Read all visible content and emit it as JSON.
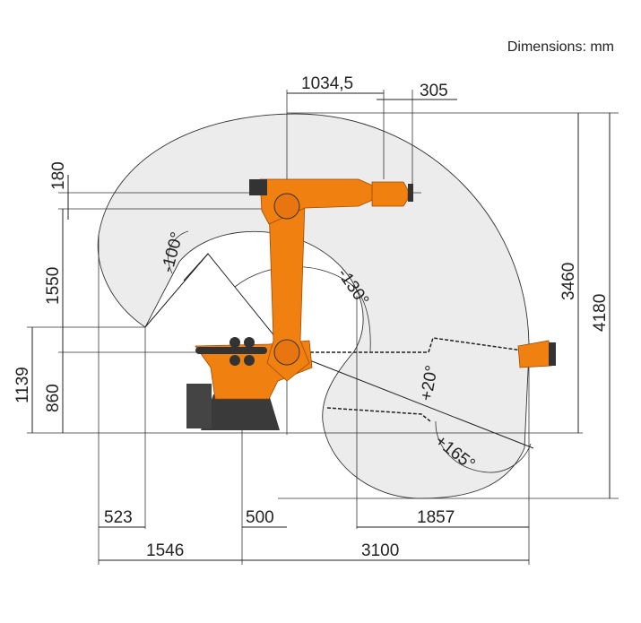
{
  "units_label": "Dimensions: mm",
  "dimensions": {
    "top_reach": "1034,5",
    "flange": "305",
    "arm_offset": "180",
    "arm_length": "1550",
    "inner_height": "1139",
    "shoulder_height": "860",
    "height_above_floor": "3460",
    "total_height": "4180",
    "left_inner": "523",
    "axis_offset": "500",
    "right_inner": "1857",
    "left_total": "1546",
    "right_total": "3100"
  },
  "angles": {
    "a3_min": "-100°",
    "a2_min": "-130°",
    "a2_max": "+20°",
    "a3_max": "+165°"
  },
  "colors": {
    "robot": "#f08010",
    "envelope": "#ececec",
    "base": "#3a3a3a"
  }
}
